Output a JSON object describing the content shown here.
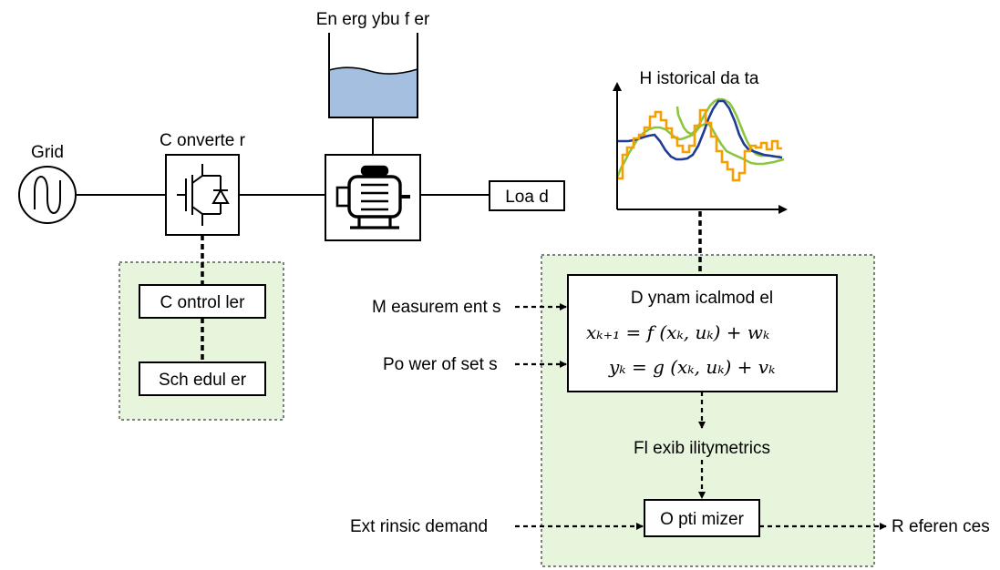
{
  "diagram": {
    "labels": {
      "energy_buffer": "En erg ybu f er",
      "grid": "Grid",
      "converter": "C onverte r",
      "load": "Loa d",
      "controller": "C ontrol ler",
      "scheduler": "Sch edul er",
      "historical_data": "H istorical da ta",
      "dynamical_model": "D ynam icalmod el",
      "measurements": "M easurem ent s",
      "power_offsets": "Po wer  of set s",
      "flexibility_metrics": "Fl exib ilitymetrics",
      "extrinsic_demand": "Ext rinsic  demand",
      "optimizer": "O pti mizer",
      "references": "R eferen ces"
    },
    "equations": {
      "state_eq": "xₖ₊₁ = f (xₖ, uₖ) + wₖ",
      "output_eq": "yₖ = g (xₖ, uₖ) + vₖ"
    },
    "colors": {
      "panel_fill": "#e6f5dc",
      "panel_border": "#7f7f7f",
      "water": "#a4bfe0",
      "series_blue": "#1f3b93",
      "series_orange": "#f5a000",
      "series_green": "#8cc63f"
    },
    "icons": [
      "ac-source-icon",
      "igbt-converter-icon",
      "motor-icon"
    ]
  }
}
